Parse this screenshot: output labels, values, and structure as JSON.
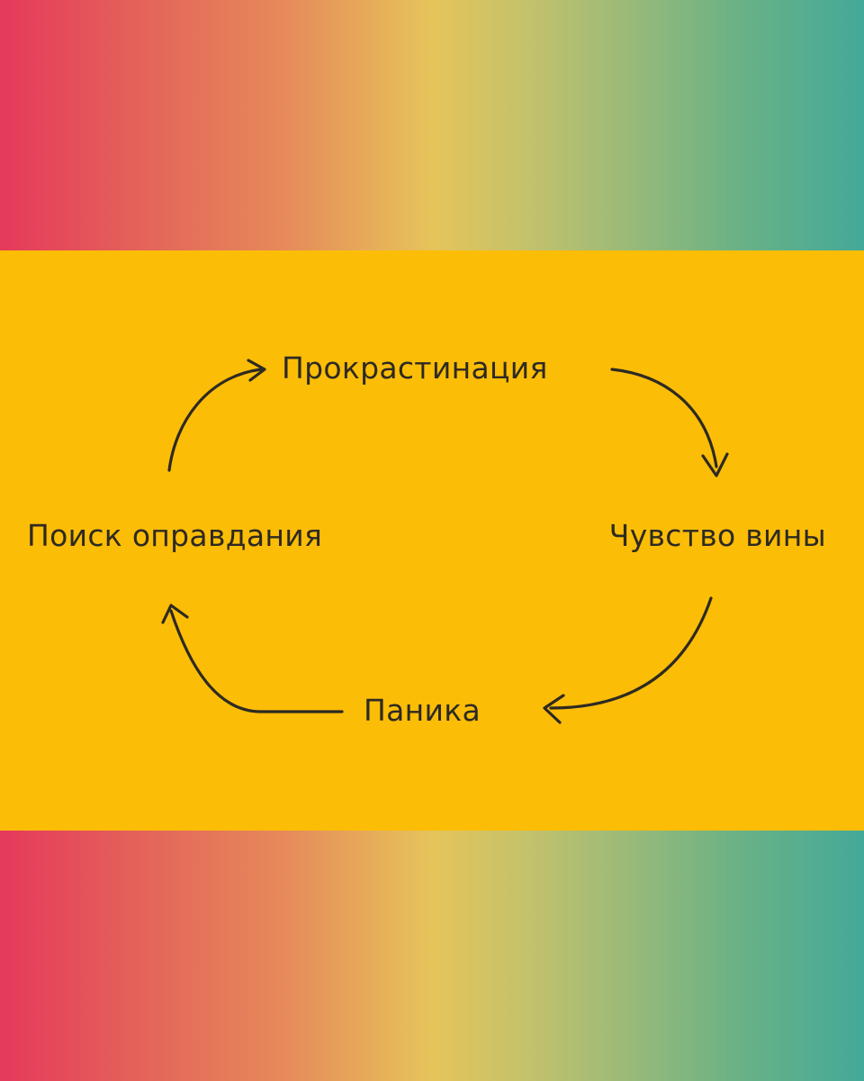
{
  "diagram": {
    "type": "cycle",
    "nodes": [
      {
        "id": "top",
        "label": "Прокрастинация"
      },
      {
        "id": "right",
        "label": "Чувство вины"
      },
      {
        "id": "bottom",
        "label": "Паника"
      },
      {
        "id": "left",
        "label": "Поиск оправдания"
      }
    ],
    "edges": [
      {
        "from": "top",
        "to": "right"
      },
      {
        "from": "right",
        "to": "bottom"
      },
      {
        "from": "bottom",
        "to": "left"
      },
      {
        "from": "left",
        "to": "top"
      }
    ]
  },
  "colors": {
    "panel": "#fcbd07",
    "ink": "#2d2a22",
    "gradient_start": "#e5395b",
    "gradient_mid": "#e6c45a",
    "gradient_end": "#43a998"
  }
}
